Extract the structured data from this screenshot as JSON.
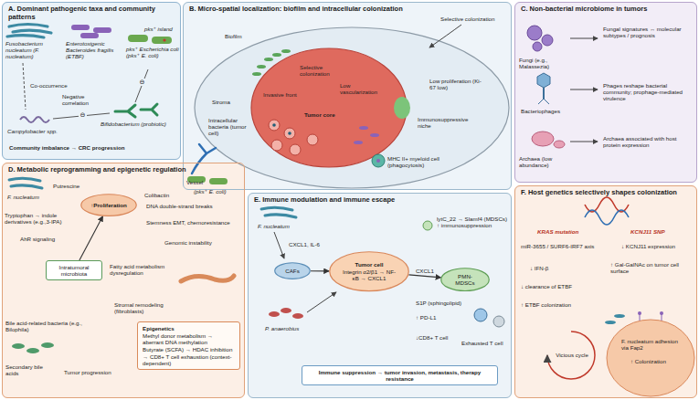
{
  "diagram": {
    "nodes": [
      {
        "text": [
          "A. Dominant pathogenic taxa and community patterns"
        ]
      },
      {
        "text": [
          "B. Micro-spatial localization: biofilm and intracellular colonization"
        ]
      },
      {
        "text": [
          "C. Non-bacterial microbiome in tumors"
        ]
      },
      {
        "text": [
          "D. Metabolic reprogramming and epigenetic regulation"
        ]
      },
      {
        "text": [
          "E. Immune modulation and immune escape"
        ]
      },
      {
        "text": [
          "F. Host genetics selectively shapes colonization"
        ]
      },
      {
        "text": [
          "↑Proliferation"
        ],
        "in": 3
      },
      {
        "text": [
          "Intratumoral microbiota"
        ],
        "in": 3
      },
      {
        "text": [
          "Epigenetics",
          "Methyl donor metabolism → aberrant DNA methylation",
          "Butyrate (SCFA) → HDAC inhibition → CD8+ T cell exhaustion (context-dependent)"
        ],
        "in": 3
      },
      {
        "text": [
          "CAFs"
        ],
        "in": 4
      },
      {
        "text": [
          "Tumor cell",
          "Integrin α2/β1 → NF-κB → CXCL1"
        ],
        "in": 4
      },
      {
        "text": [
          "PMN-MDSCs"
        ],
        "in": 4
      },
      {
        "text": [
          "Immune suppression → tumor invasion, metastasis, therapy resistance"
        ],
        "in": 4
      }
    ],
    "edges": [
      {
        "from": 9,
        "to": 10,
        "arrow": "to"
      },
      {
        "from": 10,
        "to": 11,
        "label": "CXCL1",
        "arrow": "to"
      },
      {
        "from": 7,
        "to": 6,
        "arrow": "to"
      }
    ],
    "labels": [
      "Fusobacterium nucleatum (F. nucleatum)",
      "Enterotoxigenic Bacteroides fragilis (ETBF)",
      "pks⁺ island",
      "pks⁺ Escherichia coli (pks⁺ E. coli)",
      "Co-occurrence",
      "⊖",
      "⊖",
      "Negative correlation",
      "Campylobacter spp.",
      "Bifidobacterium (probiotic)",
      "Community imbalance → CRC progression",
      "Selective colonization",
      "Biofilm",
      "Invasive front",
      "Selective colonization",
      "Low vascularization",
      "Low proliferation (Ki-67 low)",
      "Immunosuppressive niche",
      "Tumor core",
      "Stroma",
      "Vessel",
      "Intracellular bacteria (tumor cell)",
      "MHC II+ myeloid cell (phagocytosis)",
      "Fungi (e.g., Malassezia)",
      "Fungal signatures ↔ molecular subtypes / prognosis",
      "Bacteriophages",
      "Phages reshape bacterial community; prophage-mediated virulence",
      "Archaea (low abundance)",
      "Archaea associated with host protein expression",
      "F. nucleatum",
      "Putrescine",
      "Colibactin",
      "(pks⁺ E. coli)",
      "Tryptophan → indole derivatives (e.g.,3-IPA)",
      "AhR signaling",
      "DNA double-strand breaks",
      "Stemness EMT, chemoresistance",
      "Genomic instability",
      "Fatty acid metabolism dysregulation",
      "Stromal remodeling (fibroblasts)",
      "Bile acid-related bacteria (e.g., Bilophila)",
      "Secondary bile acids",
      "Tumor progression",
      "F. nucleatum",
      "CXCL1, IL-6",
      "P. anaerobius",
      "lytC_22 → Slamf4 (MDSCs) ↑ immunosuppression",
      "S1P (sphingolipid)",
      "↑ PD-L1",
      "↓CD8+ T cell",
      "Exhausted T cell",
      "KRAS mutation",
      "KCNJ11 SNP",
      "miR-3655 / SURF6-IRF7 axis",
      "↓ IFN-β",
      "↓ clearance of ETBF",
      "↑ ETBF colonization",
      "Vicious cycle",
      "↓ KCNJ11 expression",
      "↑ Gal-GalNAc on tumor cell surface",
      "F. nucleatum adhesion via Fap2",
      "↑ Colonization"
    ]
  }
}
